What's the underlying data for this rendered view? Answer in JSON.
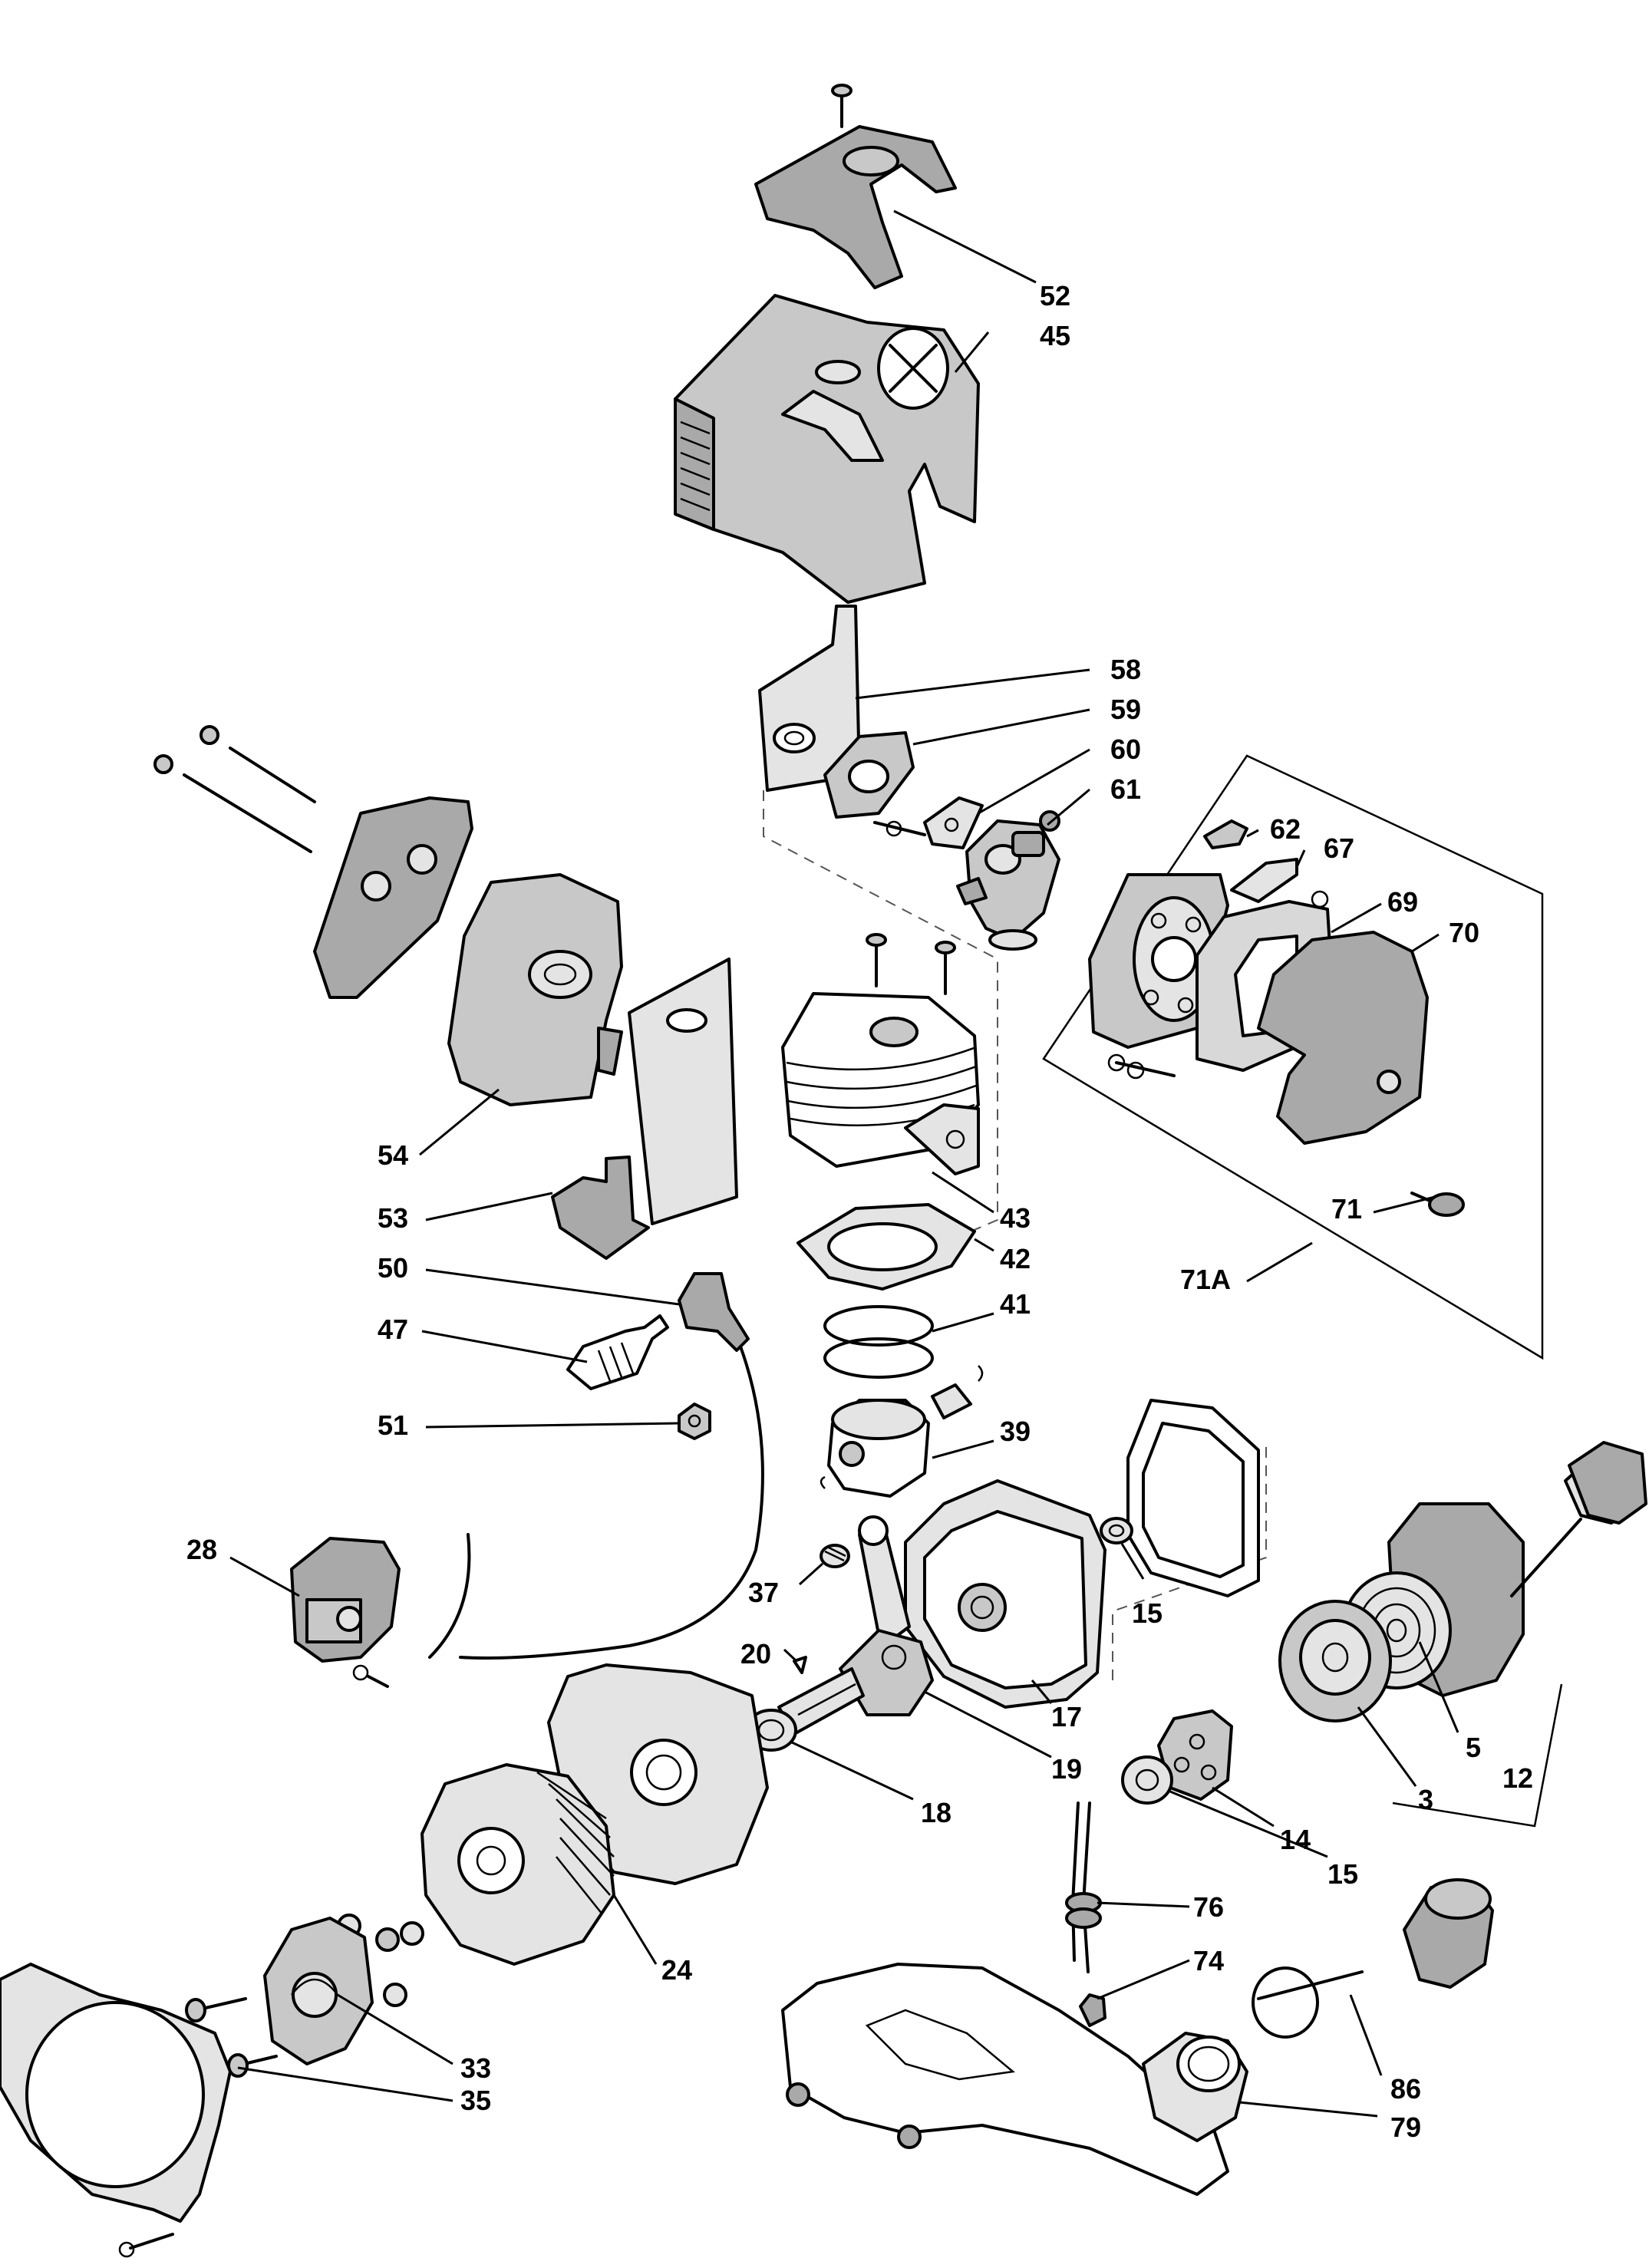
{
  "colors": {
    "line": "#000000",
    "part_fill_dark": "#a9a9a9",
    "part_fill_mid": "#c8c8c8",
    "part_fill_light": "#e4e4e4",
    "background": "#ffffff"
  },
  "labels": {
    "p52": "52",
    "p45": "45",
    "p58": "58",
    "p59": "59",
    "p60": "60",
    "p61": "61",
    "p62": "62",
    "p67": "67",
    "p69": "69",
    "p70": "70",
    "p71": "71",
    "p71A": "71A",
    "p54": "54",
    "p53": "53",
    "p43": "43",
    "p42": "42",
    "p50": "50",
    "p41": "41",
    "p47": "47",
    "p51": "51",
    "p39": "39",
    "p28": "28",
    "p37": "37",
    "p15a": "15",
    "p20": "20",
    "p17": "17",
    "p19": "19",
    "p18": "18",
    "p14": "14",
    "p15b": "15",
    "p3": "3",
    "p5": "5",
    "p12": "12",
    "p76": "76",
    "p74": "74",
    "p24": "24",
    "p33": "33",
    "p35": "35",
    "p86": "86",
    "p79": "79"
  }
}
